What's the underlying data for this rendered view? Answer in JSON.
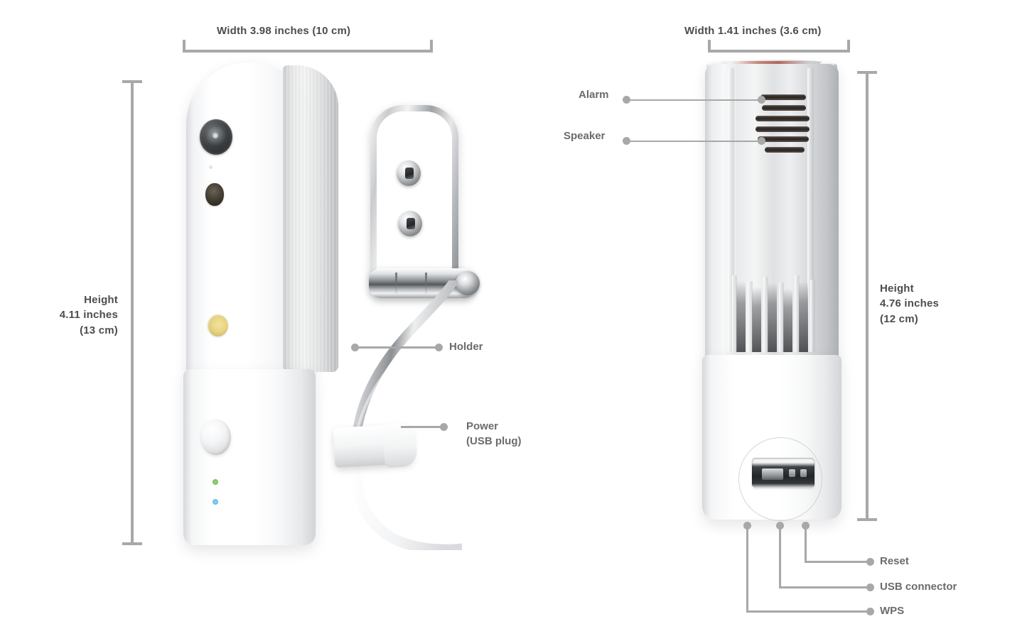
{
  "diagram": {
    "title": "Security camera product dimensions and component callouts",
    "accent_color": "#a8a8a8",
    "label_color": "#4d4d4d",
    "callout_color": "#6b6b6b"
  },
  "left_view": {
    "width_label": "Width 3.98 inches (10 cm)",
    "height_label": "Height\n4.11 inches\n(13 cm)",
    "callouts": [
      {
        "label": "Holder"
      },
      {
        "label": "Power\n(USB plug)"
      }
    ],
    "components": {
      "lens": "camera-lens",
      "ir_sensor": "infrared-sensor",
      "microphone": "microphone-hole",
      "light_sensor": "ambient-light-sensor",
      "motion_dome": "pir-motion-dome",
      "led_green": "status-led-green",
      "led_blue": "status-led-blue",
      "bracket": "mounting-bracket",
      "screws": "bracket-screws",
      "hinge": "swivel-hinge",
      "plug": "usb-power-plug"
    }
  },
  "right_view": {
    "width_label": "Width 1.41 inches (3.6 cm)",
    "height_label": "Height\n4.76 inches\n(12 cm)",
    "callouts": [
      {
        "label": "Alarm"
      },
      {
        "label": "Speaker"
      },
      {
        "label": "Reset"
      },
      {
        "label": "USB connector"
      },
      {
        "label": "WPS"
      }
    ],
    "components": {
      "grille": "speaker-grille-slots",
      "fins": "vent-fins",
      "port_panel": "rear-port-panel",
      "usb": "usb-connector-port"
    }
  }
}
